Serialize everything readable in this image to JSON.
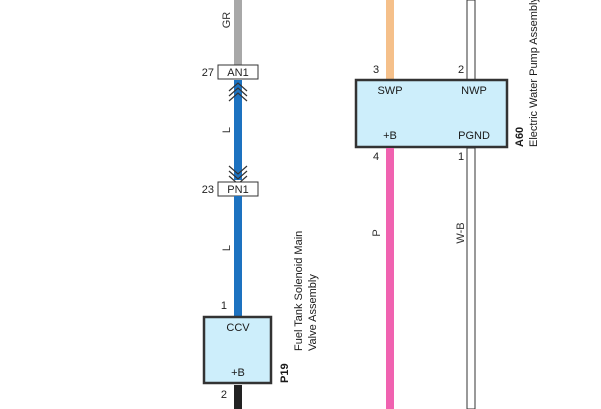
{
  "colors": {
    "gray_wire": "#a8a8a8",
    "blue_wire": "#1d72c0",
    "orange_wire": "#f5c08a",
    "pink_wire": "#f062b0",
    "black_wire": "#222222",
    "component_fill": "#cdeefb",
    "component_border": "#333333"
  },
  "wires": {
    "gr": {
      "label": "GR"
    },
    "l_upper": {
      "label": "L"
    },
    "l_lower": {
      "label": "L"
    },
    "p": {
      "label": "P"
    },
    "wb": {
      "label": "W-B"
    }
  },
  "connectors": {
    "an1": {
      "label": "AN1",
      "pin": "27"
    },
    "pn1": {
      "label": "PN1",
      "pin": "23"
    }
  },
  "components": {
    "p19": {
      "code": "P19",
      "name_line1": "Fuel Tank Solenoid Main",
      "name_line2": "Valve Assembly",
      "terminal_top": "CCV",
      "terminal_bottom": "+B",
      "pin_top": "1",
      "pin_bottom": "2"
    },
    "a60": {
      "code": "A60",
      "name_line1": "Electric Water Pump Assembly",
      "terminal_top_left": "SWP",
      "terminal_top_right": "NWP",
      "terminal_bottom_left": "+B",
      "terminal_bottom_right": "PGND",
      "pin_top_left": "3",
      "pin_top_right": "2",
      "pin_bottom_left": "4",
      "pin_bottom_right": "1"
    }
  }
}
